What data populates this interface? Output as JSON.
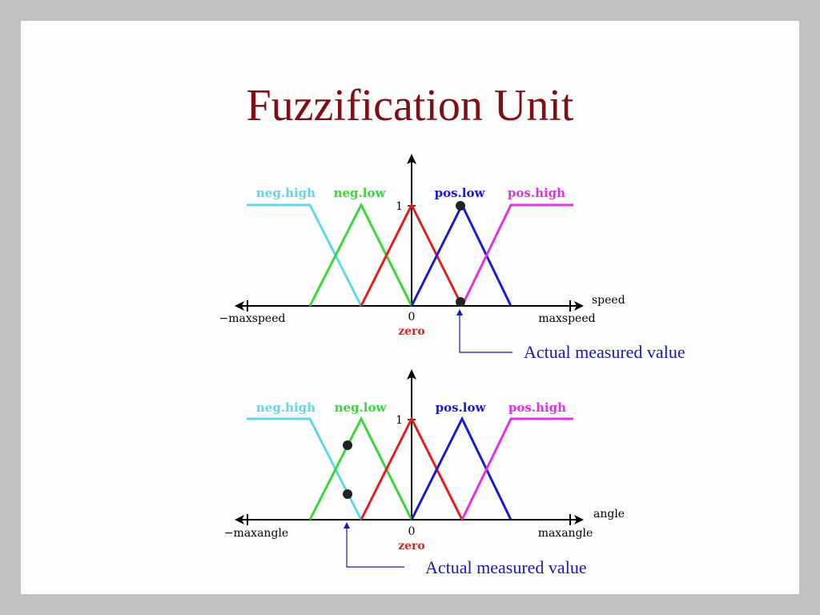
{
  "slide": {
    "title": "Fuzzification Unit",
    "background": "#c0c0c0",
    "title_color": "#7f0f16"
  },
  "colors": {
    "neg_high": "#5fd7e6",
    "neg_low": "#3bd63b",
    "zero": "#e01f1f",
    "pos_low": "#1a1ad0",
    "pos_high": "#e032e0",
    "axis": "#000000",
    "pointer": "#1a1ab0"
  },
  "labels": {
    "neg_high": "neg.high",
    "neg_low": "neg.low",
    "zero": "zero",
    "pos_low": "pos.low",
    "pos_high": "pos.high",
    "one": "1",
    "zero_tick": "0"
  },
  "speed_diagram": {
    "axis_label": "speed",
    "min_label": "−maxspeed",
    "max_label": "maxspeed",
    "caption": "Actual measured value"
  },
  "angle_diagram": {
    "axis_label": "angle",
    "min_label": "−maxangle",
    "max_label": "maxangle",
    "caption": "Actual measured value"
  }
}
